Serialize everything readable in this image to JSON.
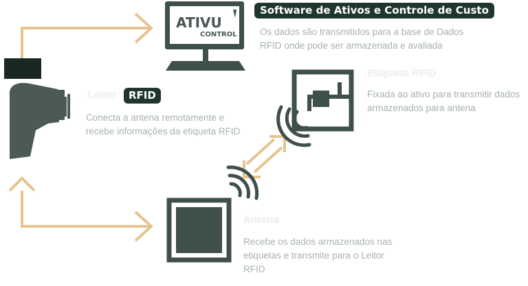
{
  "logo": {
    "brand": "ATIVU",
    "sub": "CONTROL"
  },
  "software": {
    "title": "Software de Ativos e Controle de Custo",
    "description": "Os dados são transmitidos para a base de Dados RFID onde pode ser armazenada e avaliada"
  },
  "reader": {
    "title_prefix": "Leitor",
    "title_tag": "RFID",
    "description": "Conecta a antena remotamente e recebe informações da etiqueta RFID"
  },
  "tag": {
    "title": "Etiqueta RFID",
    "description": "Fixada ao ativo para transmitir dados armazenados para antena"
  },
  "antenna": {
    "title": "Antena",
    "description": "Recebe os dados armazenados nas etiquetas e transmite para o Leitor RFID"
  },
  "colors": {
    "dark": "#3f4f4a",
    "arrow": "#e6c48f",
    "muted_text": "#a6b2ae",
    "pill_bg": "#1f3530"
  }
}
